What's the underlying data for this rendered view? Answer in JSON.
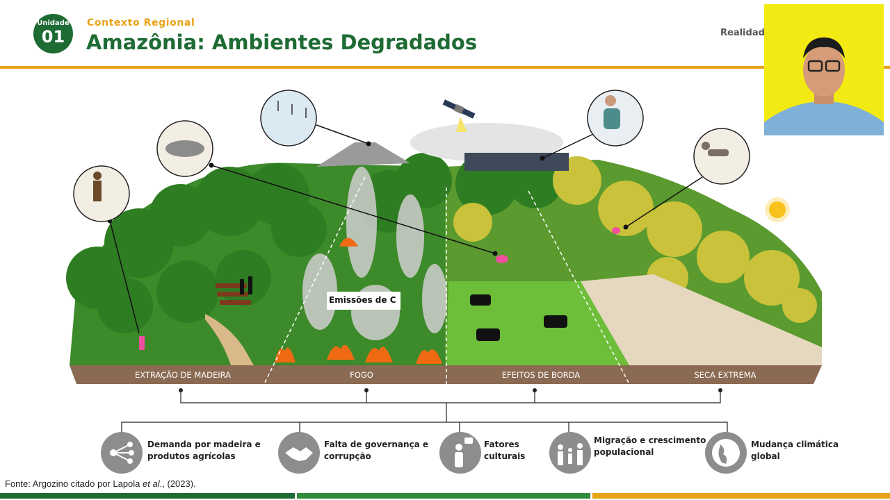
{
  "header": {
    "unit_label": "Unidade",
    "unit_number": "01",
    "kicker": "Contexto Regional",
    "title": "Amazônia: Ambientes Degradados",
    "right_label": "Realidad"
  },
  "illustration": {
    "emissions_label": "Emissões de C",
    "zones": [
      "EXTRAÇÃO DE MADEIRA",
      "FOGO",
      "EFEITOS DE BORDA",
      "SECA EXTREMA"
    ]
  },
  "drivers": [
    {
      "icon": "network-icon",
      "line1": "Demanda por madeira e",
      "line2": "produtos agrícolas"
    },
    {
      "icon": "handshake-icon",
      "line1": "Falta de governança e",
      "line2": "corrupção"
    },
    {
      "icon": "person-speech-icon",
      "line1": "Fatores",
      "line2": "culturais"
    },
    {
      "icon": "family-icon",
      "line1": "Migração e crescimento",
      "line2": "populacional"
    },
    {
      "icon": "globe-icon",
      "line1": "Mudança climática",
      "line2": "global"
    }
  ],
  "source": {
    "prefix": "Fonte: Argozino citado por Lapola ",
    "italic": "et al",
    "suffix": "., (2023)."
  },
  "colors": {
    "green_dark": "#1e6b34",
    "orange": "#e8a316",
    "band": "#8a6a52",
    "icon_grey": "#8d8d8d"
  }
}
